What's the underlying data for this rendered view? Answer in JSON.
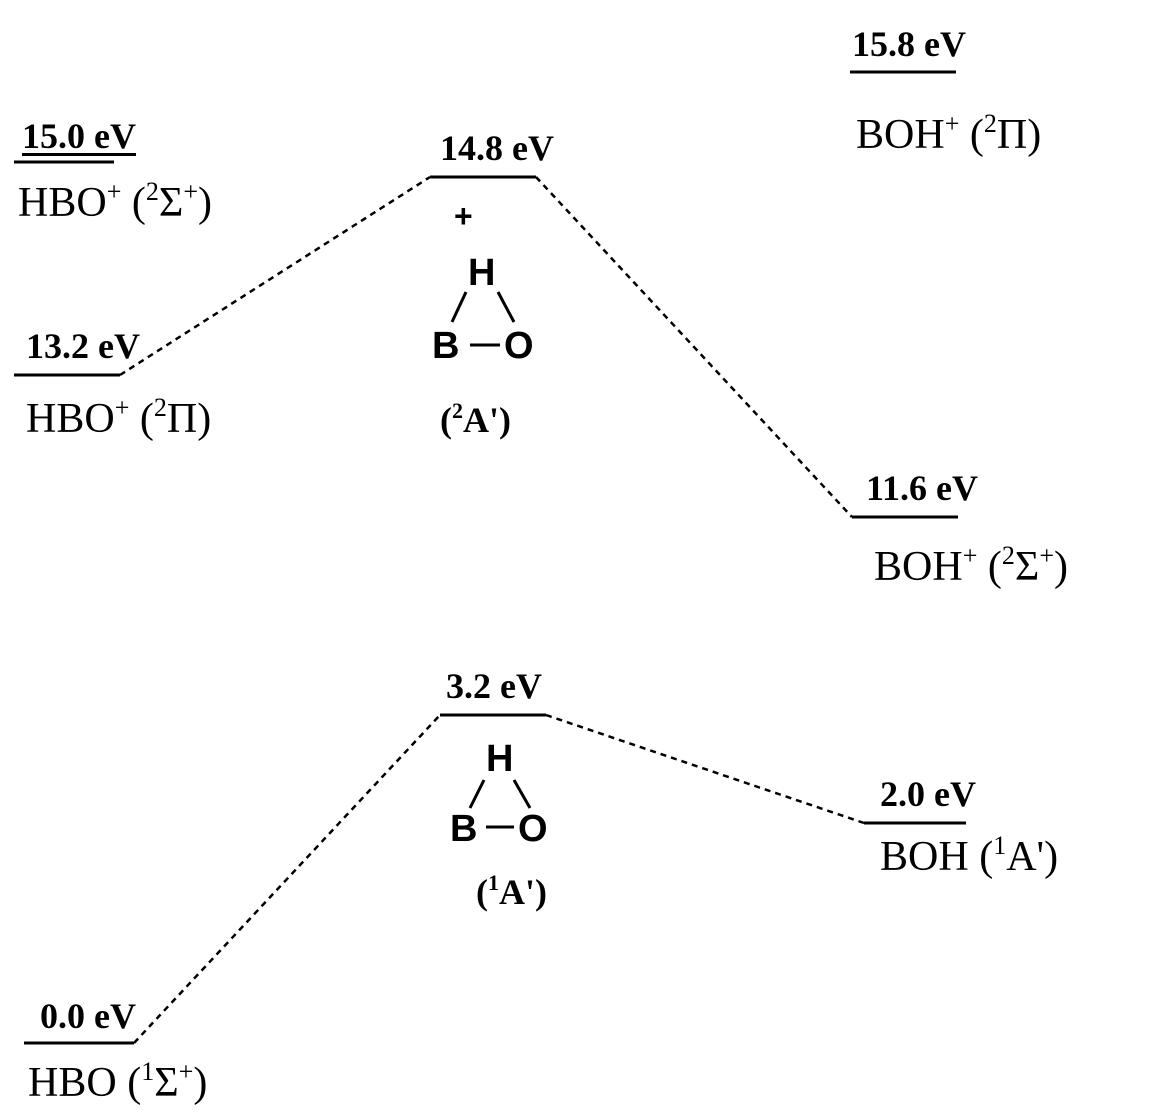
{
  "levels": {
    "hbo_plus_sigma": {
      "energy": "15.0 eV",
      "molecule": "HBO",
      "charge": "+",
      "mult": "2",
      "term": "Σ",
      "term_sup": "+"
    },
    "ts_cation": {
      "energy": "14.8 eV",
      "charge": "+",
      "state_mult": "2",
      "state_label": "A'"
    },
    "boh_plus_pi": {
      "energy": "15.8 eV",
      "molecule": "BOH",
      "charge": "+",
      "mult": "2",
      "term": "Π"
    },
    "hbo_plus_pi": {
      "energy": "13.2 eV",
      "molecule": "HBO",
      "charge": "+",
      "mult": "2",
      "term": "Π"
    },
    "boh_plus_sigma": {
      "energy": "11.6 eV",
      "molecule": "BOH",
      "charge": "+",
      "mult": "2",
      "term": "Σ",
      "term_sup": "+"
    },
    "ts_neutral": {
      "energy": "3.2 eV",
      "state_mult": "1",
      "state_label": "A'"
    },
    "boh": {
      "energy": "2.0 eV",
      "molecule": "BOH",
      "mult": "1",
      "term": "A'"
    },
    "hbo": {
      "energy": "0.0 eV",
      "molecule": "HBO",
      "mult": "1",
      "term": "Σ",
      "term_sup": "+"
    }
  },
  "atoms": {
    "h": "H",
    "b": "B",
    "o": "O"
  }
}
